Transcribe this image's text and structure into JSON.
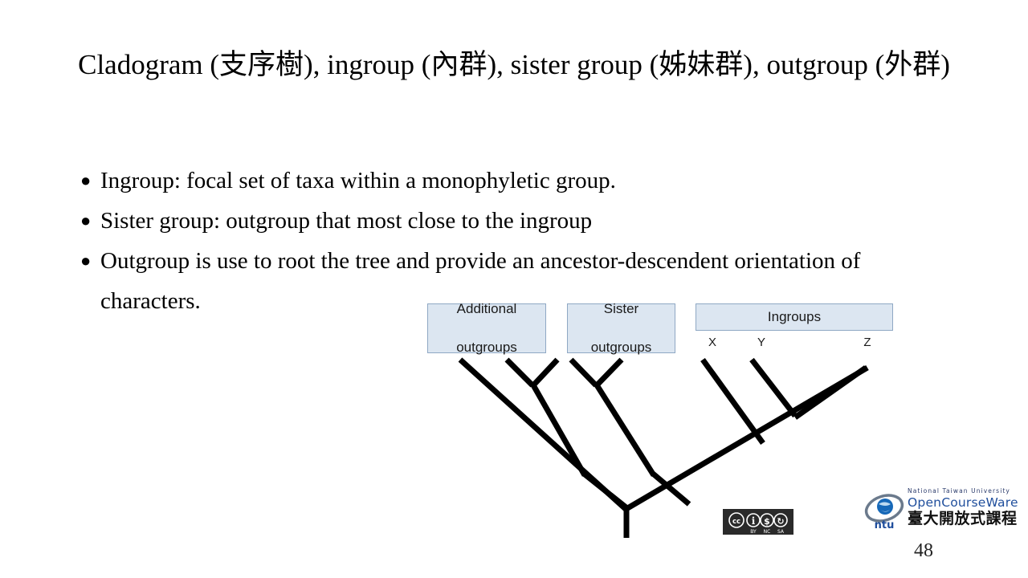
{
  "slide": {
    "title": "Cladogram (支序樹), ingroup (內群), sister group (姊妹群), outgroup (外群)",
    "page_number": "48",
    "background_color": "#ffffff"
  },
  "bullets": [
    {
      "text": "Ingroup: focal set of taxa within a monophyletic group."
    },
    {
      "text": "Sister group: outgroup that most close to the ingroup"
    },
    {
      "text": "Outgroup is use to root the tree and provide an ancestor-descendent orientation of characters."
    }
  ],
  "diagram": {
    "name": "cladogram",
    "box_fill_color": "#dce6f1",
    "box_border_color": "#8fa8c4",
    "branch_color": "#000000",
    "boxes": [
      {
        "id": "additional",
        "label": "Additional\noutgroups",
        "line1": "Additional",
        "line2": "outgroups"
      },
      {
        "id": "sister",
        "label": "Sister\noutgroups",
        "line1": "Sister",
        "line2": "outgroups"
      },
      {
        "id": "ingroups",
        "label": "Ingroups",
        "line1": "Ingroups",
        "line2": ""
      }
    ],
    "tip_labels": [
      {
        "id": "x",
        "label": "X"
      },
      {
        "id": "y",
        "label": "Y"
      },
      {
        "id": "z",
        "label": "Z"
      }
    ],
    "tip_count": 8,
    "description": "Ladderized cladogram: eight terminal branches descend to a single root stem; Additional outgroups branch first, then Sister outgroups, then the Ingroups X, Y and Z."
  },
  "license": {
    "badge": "CC BY-NC-SA",
    "marks": [
      "cc",
      "by",
      "nc",
      "sa"
    ],
    "label_by": "BY",
    "label_nc": "NC",
    "label_sa": "SA"
  },
  "logo": {
    "university": "National Taiwan University",
    "program": "OpenCourseWare",
    "program_zh": "臺大開放式課程",
    "mark": "ntu"
  }
}
